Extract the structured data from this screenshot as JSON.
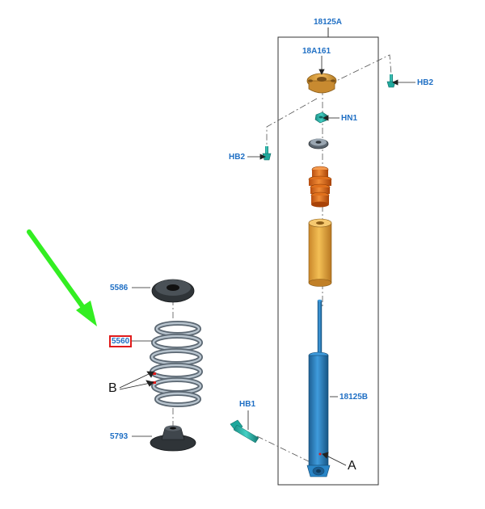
{
  "labels": {
    "assembly": "18125A",
    "top_mount": "18A161",
    "bolt_hb2_right": "HB2",
    "nut_hn1": "HN1",
    "bolt_hb2_left": "HB2",
    "upper_insulator": "5586",
    "coil_spring": "5560",
    "marks_b": "B",
    "shock_absorber": "18125B",
    "bolt_hb1": "HB1",
    "lower_insulator": "5793",
    "mark_a": "A"
  },
  "colors": {
    "label_blue": "#1f6fc4",
    "highlight_red": "#e01b1b",
    "arrow_green": "#33ee22",
    "shock_blue": "#2a86c8",
    "bumper_orange": "#e8781e",
    "boot_yellow": "#e9a93a",
    "spring_gray": "#8e9aa6",
    "insulator_dark": "#3a3f44"
  }
}
